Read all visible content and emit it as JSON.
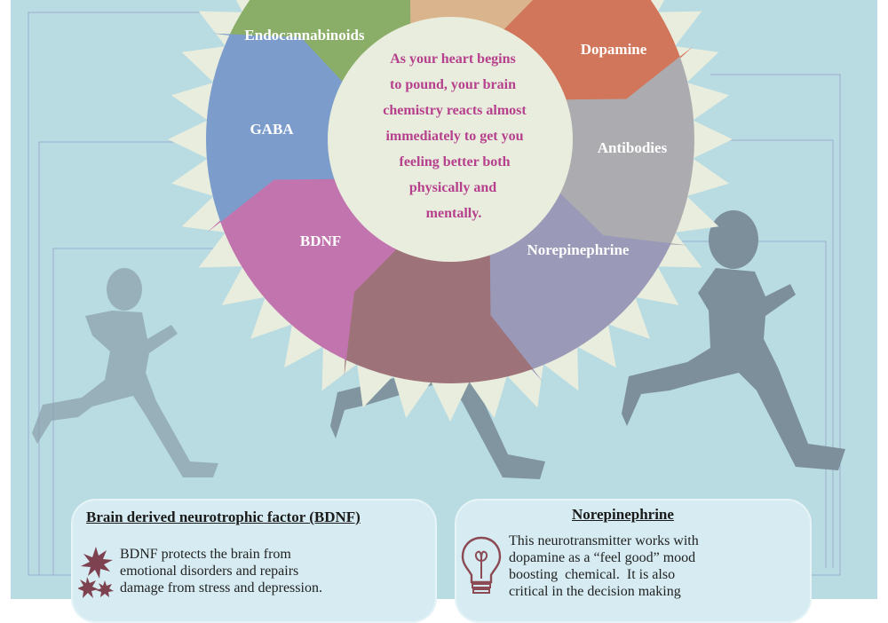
{
  "wheel": {
    "segments": [
      {
        "label": "Endocannabinoids",
        "color": "#8aae68"
      },
      {
        "label": "",
        "color": "#d9b48c"
      },
      {
        "label": "",
        "color": "#d1765a"
      },
      {
        "label": "Dopamine",
        "color": "#acacb0"
      },
      {
        "label": "Antibodies",
        "color": "#9a9ab8"
      },
      {
        "label": "Norepinephrine",
        "color": "#9e7279"
      },
      {
        "label": "BDNF",
        "color": "#c274ae"
      },
      {
        "label": "GABA",
        "color": "#7c9ccb"
      }
    ],
    "center_lines": [
      "As your heart begins",
      "to pound, your brain",
      "chemistry reacts almost",
      "immediately to get you",
      "feeling better both",
      "physically and",
      "mentally."
    ]
  },
  "cards": {
    "bdnf": {
      "title": "Brain derived neurotrophic factor (BDNF)",
      "lines": [
        "BDNF protects the brain from",
        "emotional disorders and repairs",
        "damage from stress and depression."
      ],
      "icon": "starburst-icon"
    },
    "norepinephrine": {
      "title": "Norepinephrine",
      "lines": [
        "This neurotransmitter works with",
        "dopamine as a “feel good” mood",
        "boosting  chemical.  It is also",
        "critical in the decision making"
      ],
      "icon": "lightbulb-icon"
    }
  },
  "colors": {
    "background": "#b9dbe2",
    "sunburst": "#e9eddd",
    "runner_silhouette": "#7c8f9a",
    "card_fill": "#d6ecf2",
    "center_text": "#b6408d"
  }
}
